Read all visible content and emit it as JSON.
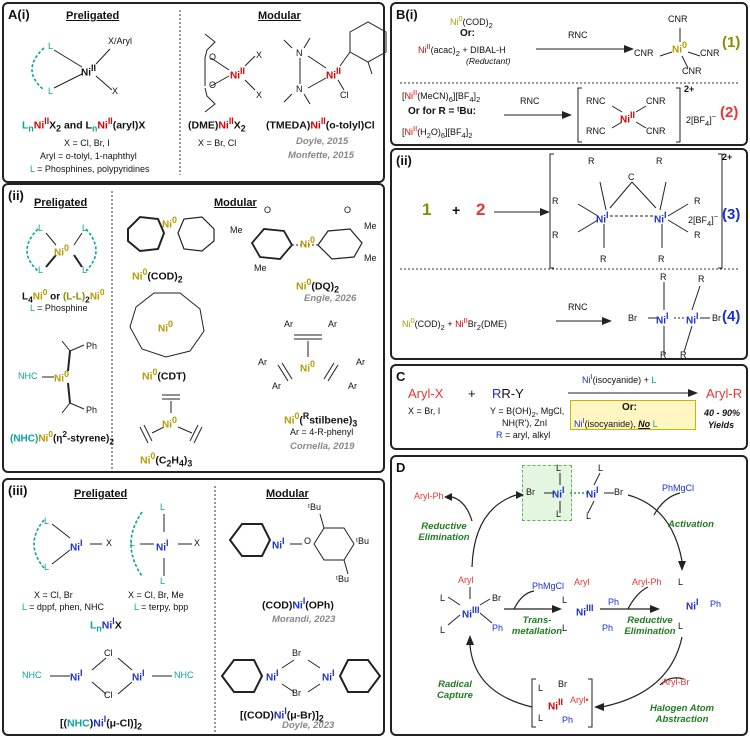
{
  "panels": {
    "a1": {
      "title": "A(i)",
      "preligated": "Preligated",
      "modular": "Modular",
      "central_x": "X/Aryl",
      "central_metal": "Ni",
      "central_ox": "II",
      "label_1a": "L",
      "label_1b": "n",
      "label_1c": "Ni",
      "label_1d": "II",
      "label_1e": "X",
      "label_1f": "2",
      "label_1g": " and L",
      "label_1h": "n",
      "label_1i": "Ni",
      "label_1j": "II",
      "label_1k": "(aryl)X",
      "x_line": "X = Cl, Br, I",
      "aryl_line": "Aryl = o-tolyl, 1-naphthyl",
      "l_line_key": "L",
      "l_line": " = Phosphines, polypyridines",
      "dme_label_a": "(DME)",
      "dme_label_b": "Ni",
      "dme_label_c": "II",
      "dme_label_d": "X",
      "dme_label_e": "2",
      "dme_x": "X = Br, Cl",
      "tmeda_label_a": "(TMEDA)",
      "tmeda_label_b": "Ni",
      "tmeda_label_c": "II",
      "tmeda_label_d": "(o-tolyl)Cl",
      "cite1": "Doyle, 2015",
      "cite2": "Monfette, 2015",
      "cl": "Cl",
      "n": "N",
      "o": "O"
    },
    "a2": {
      "title": "(ii)",
      "preligated": "Preligated",
      "modular": "Modular",
      "lab_a": "L",
      "lab_b": "4",
      "lab_c": "Ni",
      "lab_d": "0",
      "lab_e": " or ",
      "lab_f": "(L-L)",
      "lab_g": "2",
      "lab_h": "Ni",
      "lab_i": "0",
      "l_key": "L",
      "l_line": " = Phosphine",
      "nhc": "NHC",
      "ph": "Ph",
      "nhc_label_a": "(NHC)",
      "nhc_label_b": "Ni",
      "nhc_label_c": "0",
      "nhc_label_d": "(η",
      "nhc_label_e": "2",
      "nhc_label_f": "-styrene)",
      "nhc_label_g": "2",
      "cod_a": "Ni",
      "cod_b": "0",
      "cod_c": "(COD)",
      "cod_d": "2",
      "cdt_a": "Ni",
      "cdt_b": "0",
      "cdt_c": "(CDT)",
      "eth_a": "Ni",
      "eth_b": "0",
      "eth_c": "(C",
      "eth_d": "2",
      "eth_e": "H",
      "eth_f": "4",
      "eth_g": ")",
      "eth_h": "3",
      "dq_a": "Ni",
      "dq_b": "0",
      "dq_c": "(DQ)",
      "dq_d": "2",
      "stil_a": "Ni",
      "stil_b": "0",
      "stil_c": "(",
      "stil_d": "R",
      "stil_e": "stilbene)",
      "stil_f": "3",
      "ar_line": "Ar = 4-R-phenyl",
      "cite_engle": "Engle, 2026",
      "cite_cornella": "Cornella, 2019",
      "me": "Me",
      "ar": "Ar"
    },
    "a3": {
      "title": "(iii)",
      "preligated": "Preligated",
      "modular": "Modular",
      "x1": "X = Cl, Br",
      "x2": "X = Cl, Br, Me",
      "l1_key": "L",
      "l1": " = dppf, phen, NHC",
      "l2_key": "L",
      "l2": " = terpy, bpp",
      "lnx_a": "L",
      "lnx_b": "n",
      "lnx_c": "Ni",
      "lnx_d": "I",
      "lnx_e": "X",
      "nhc": "NHC",
      "cl": "Cl",
      "dimer_a": "[(",
      "dimer_b": "NHC",
      "dimer_c": ")",
      "dimer_d": "Ni",
      "dimer_e": "I",
      "dimer_f": "(μ-Cl)]",
      "dimer_g": "2",
      "oph_a": "(COD)",
      "oph_b": "Ni",
      "oph_c": "I",
      "oph_d": "(OPh)",
      "cite_morandi": "Morandi, 2023",
      "codbr_a": "[(COD)",
      "codbr_b": "Ni",
      "codbr_c": "I",
      "codbr_d": "(μ-Br)]",
      "codbr_e": "2",
      "cite_doyle": "Doyle, 2023",
      "tbu": "ᵗBu",
      "br": "Br",
      "o": "O"
    },
    "b1": {
      "title": "B(i)",
      "r1_a": "Ni",
      "r1_b": "0",
      "r1_c": "(COD)",
      "r1_d": "2",
      "or": "Or:",
      "r2_a": "Ni",
      "r2_b": "II",
      "r2_c": "(acac)",
      "r2_d": "2",
      "r2_e": " + DIBAL-H",
      "reductant": "(Reductant)",
      "rnc": "RNC",
      "cnr": "CNR",
      "p1_a": "Ni",
      "p1_b": "0",
      "num1": "(1)",
      "r3_a": "[",
      "r3_b": "Ni",
      "r3_c": "II",
      "r3_d": "(MeCN)",
      "r3_e": "6",
      "r3_f": "][BF",
      "r3_g": "4",
      "r3_h": "]",
      "r3_i": "2",
      "or_tbu": "Or for R = ᵗBu:",
      "r4_a": "[",
      "r4_b": "Ni",
      "r4_c": "II",
      "r4_d": "(H",
      "r4_e": "2",
      "r4_f": "O)",
      "r4_g": "6",
      "r4_h": "][BF",
      "r4_i": "4",
      "r4_j": "]",
      "r4_k": "2",
      "rnc2": "RNC",
      "p2_a": "Ni",
      "p2_b": "II",
      "charge2": "2+",
      "counter2": "2[BF",
      "counter2b": "4",
      "counter2c": "]",
      "counter2d": "−",
      "num2": "(2)"
    },
    "b2": {
      "title": "(ii)",
      "one": "1",
      "plus": "+",
      "two": "2",
      "charge3": "2+",
      "counter3": "2[BF",
      "counter3b": "4",
      "counter3c": "]",
      "counter3d": "−",
      "num3": "(3)",
      "ni": "Ni",
      "ox1": "I",
      "r": "R",
      "n": "N",
      "c": "C",
      "r5_a": "Ni",
      "r5_b": "0",
      "r5_c": "(COD)",
      "r5_d": "2",
      "r5_e": " + ",
      "r5_f": "Ni",
      "r5_g": "II",
      "r5_h": "Br",
      "r5_i": "2",
      "r5_j": "(DME)",
      "rnc": "RNC",
      "br": "Br",
      "num4": "(4)"
    },
    "c": {
      "title": "C",
      "arylx": "Aryl-X",
      "plus": "+",
      "ry": "R-Y",
      "cond_a": "Ni",
      "cond_b": "I",
      "cond_c": "(isocyanide) + ",
      "cond_d": "L",
      "x_line": "X = Br, I",
      "y_line1": "Y = B(OH)",
      "y_line1b": "2",
      "y_line1c": ", MgCl,",
      "y_line2": "NH(R'), ZnI",
      "r_key": "R",
      "r_line": " = aryl, alkyl",
      "or": "Or:",
      "alt_a": "Ni",
      "alt_b": "I",
      "alt_c": "(isocyanide), ",
      "alt_d": "No",
      "alt_e": " L",
      "product": "Aryl-R",
      "yields1": "40 - 90%",
      "yields2": "Yields"
    },
    "d": {
      "title": "D",
      "re1_1": "Reductive",
      "re1_2": "Elimination",
      "activation": "Activation",
      "transmet_1": "Trans-",
      "transmet_2": "metallation",
      "re2_1": "Reductive",
      "re2_2": "Elimination",
      "radcap_1": "Radical",
      "radcap_2": "Capture",
      "haa_1": "Halogen Atom",
      "haa_2": "Abstraction",
      "arylph": "Aryl-Ph",
      "phmgcl": "PhMgCl",
      "arylbr": "Aryl-Br",
      "aryl": "Aryl",
      "arylrad": "Aryl•",
      "ph": "Ph",
      "br": "Br",
      "l": "L",
      "ni": "Ni",
      "ox_i": "I",
      "ox_ii": "II",
      "ox_iii": "III"
    }
  },
  "colors": {
    "ni2": "#dd0000",
    "ni0": "#b59a00",
    "ni1": "#1a2fd6",
    "teal": "#0aa3a3",
    "green_text": "#1e7d1e",
    "highlight_yellow": "#fff6c2",
    "highlight_green": "#e4f6df"
  }
}
